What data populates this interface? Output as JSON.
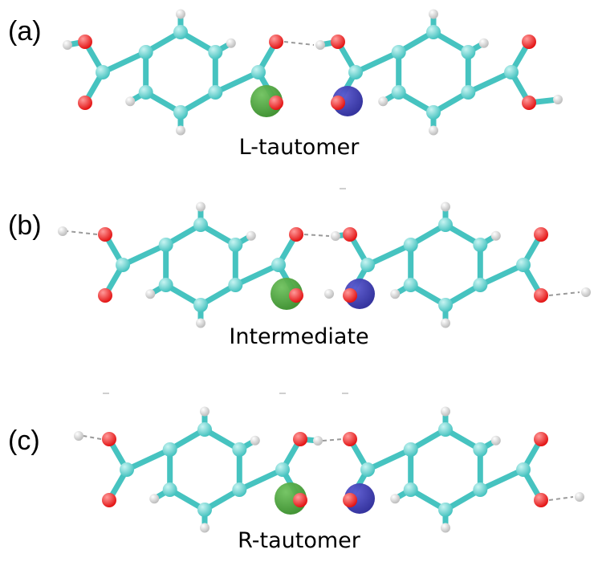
{
  "panels": [
    {
      "label": "(a)",
      "caption": "L-tautomer"
    },
    {
      "label": "(b)",
      "caption": "Intermediate"
    },
    {
      "label": "(c)",
      "caption": "R-tautomer"
    }
  ],
  "colors": {
    "carbon": "#46c3c0",
    "oxygen": "#e31414",
    "hydrogen": "#e6e6e6",
    "orbital_green": "#3a8f2c",
    "orbital_blue": "#2b2a9a",
    "hbond": "#9a9a9a"
  }
}
